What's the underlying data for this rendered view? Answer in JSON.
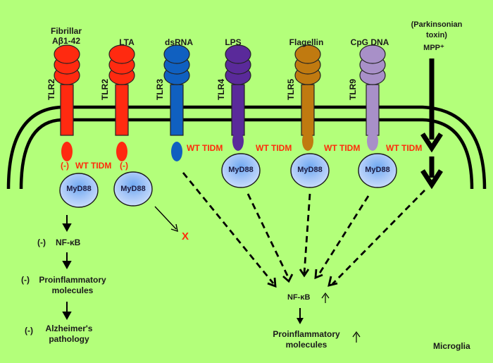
{
  "ligands": [
    {
      "line1": "Fibrillar",
      "line2": "Aβ1-42"
    },
    {
      "line1": "LTA"
    },
    {
      "line1": "dsRNA"
    },
    {
      "line1": "LPS"
    },
    {
      "line1": "Flagellin"
    },
    {
      "line1": "CpG  DNA"
    }
  ],
  "toxin": {
    "line1": "(Parkinsonian",
    "line2": "toxin)",
    "line3": "MPP⁺"
  },
  "receptors": [
    {
      "name": "TLR2",
      "color": "#ff2a10"
    },
    {
      "name": "TLR2",
      "color": "#ff2a10"
    },
    {
      "name": "TLR3",
      "color": "#1060c0"
    },
    {
      "name": "TLR4",
      "color": "#5a2a9a"
    },
    {
      "name": "TLR5",
      "color": "#c07a10"
    },
    {
      "name": "TLR9",
      "color": "#a890c8"
    }
  ],
  "adaptor_label": "MyD88",
  "treatment_labels": {
    "left_neg1": "(-)",
    "left_wt": "WT TIDM",
    "left_neg2": "(-)",
    "wt": "WT TIDM"
  },
  "blocked_mark": "X",
  "left_pathway": {
    "neg": "(-)",
    "nfkb": "NF-κB",
    "proinf1": "Proinflammatory",
    "proinf2": "molecules",
    "alz1": "Alzheimer's",
    "alz2": "pathology"
  },
  "right_pathway": {
    "nfkb": "NF-κB",
    "proinf1": "Proinflammatory",
    "proinf2": "molecules",
    "up_arrow": "↑"
  },
  "cell_label": "Microglia",
  "colors": {
    "background": "#b3ff7a",
    "highlight_text": "#ff2a0a",
    "myd88_fill": "#a8c8f8"
  }
}
